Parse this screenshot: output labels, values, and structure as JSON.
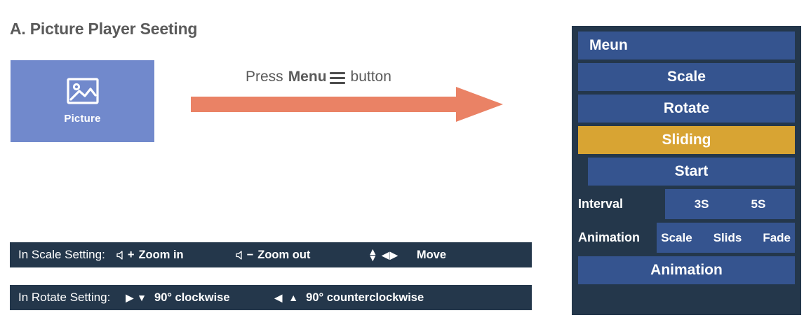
{
  "page": {
    "title": "A. Picture Player Seeting"
  },
  "picture_tile": {
    "label": "Picture",
    "icon": "image-icon",
    "color": "#7189cc"
  },
  "instruction": {
    "prefix": "Press",
    "bold_word": "Menu",
    "icon": "hamburger-menu-icon",
    "suffix": "button",
    "arrow": {
      "icon": "right-arrow-icon",
      "color": "#ea8265"
    }
  },
  "hints": {
    "scale": {
      "lead": "In Scale Setting:",
      "items": [
        {
          "glyph": "volume-up-icon",
          "symbol": "+",
          "label": "Zoom in"
        },
        {
          "glyph": "volume-down-icon",
          "symbol": "−",
          "label": "Zoom out"
        },
        {
          "glyph": "updown-leftright-arrows-icon",
          "up": "▲",
          "down": "▼",
          "left": "◀",
          "right": "▶",
          "label": "Move"
        }
      ]
    },
    "rotate": {
      "lead": "In Rotate Setting:",
      "items": [
        {
          "right": "▶",
          "down": "▼",
          "label": "90° clockwise"
        },
        {
          "left": "◀",
          "up": "▲",
          "label": "90° counterclockwise"
        }
      ]
    }
  },
  "menu_panel": {
    "background": "#24374b",
    "button_color": "#35548f",
    "highlight_color": "#d8a433",
    "rows": [
      {
        "label": "Meun"
      },
      {
        "label": "Scale"
      },
      {
        "label": "Rotate"
      },
      {
        "label": "Sliding"
      },
      {
        "label": "Start"
      },
      {
        "label": "Animation"
      }
    ],
    "interval": {
      "label": "Interval",
      "options": [
        "3S",
        "5S"
      ]
    },
    "animation": {
      "label": "Animation",
      "options": [
        "Scale",
        "Slids",
        "Fade"
      ]
    }
  }
}
